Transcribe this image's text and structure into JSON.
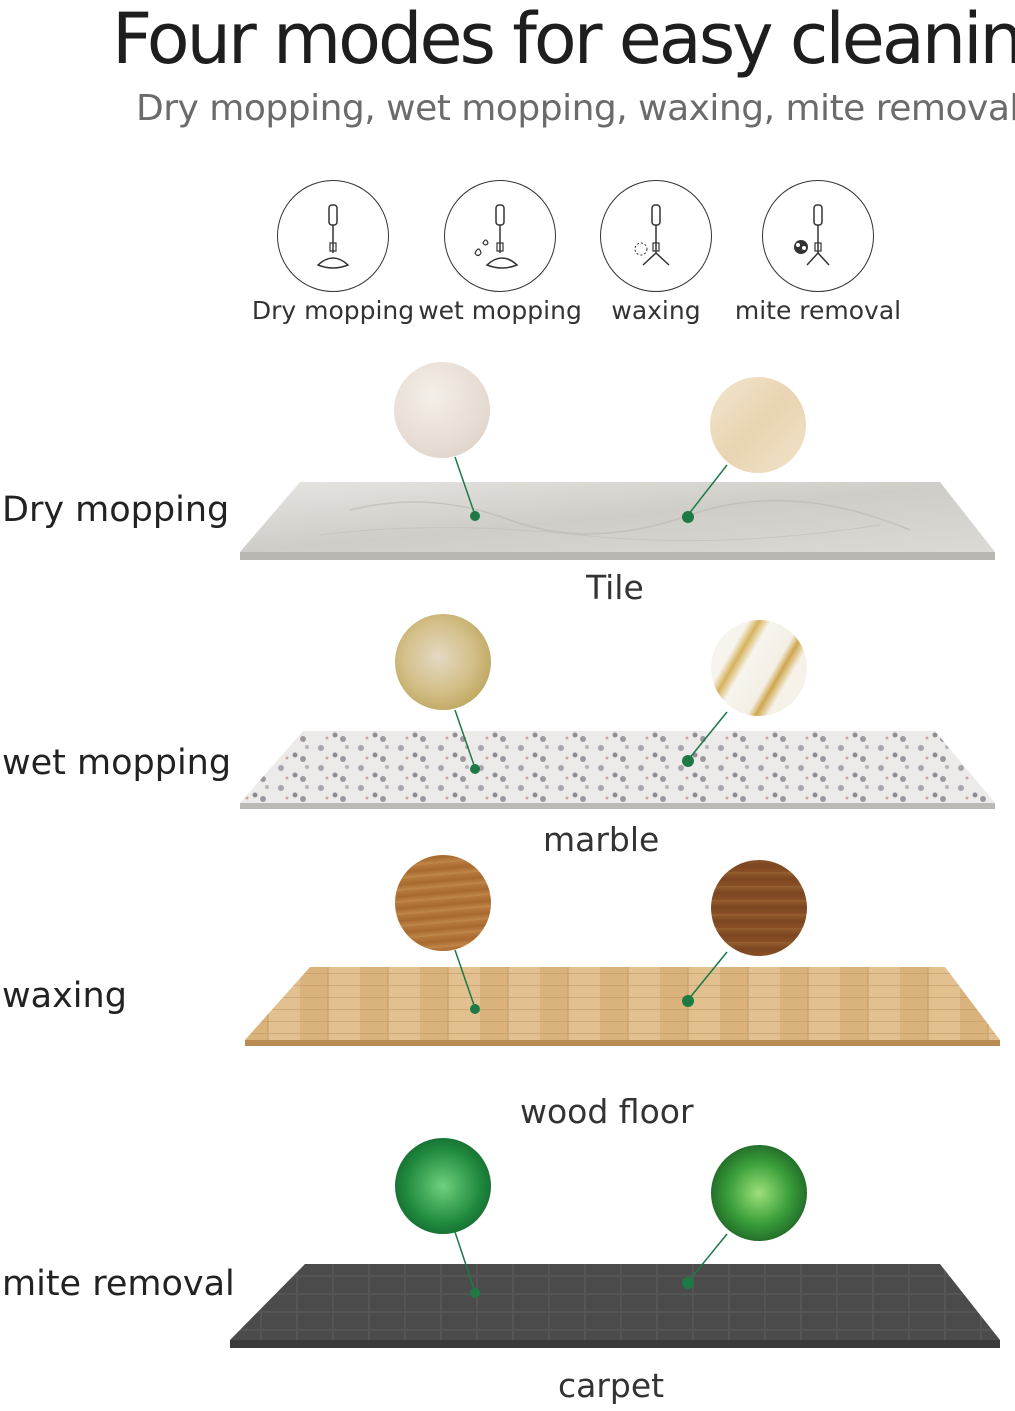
{
  "header": {
    "title": "Four modes for easy cleaning",
    "subtitle": "Dry mopping, wet mopping, waxing, mite removal"
  },
  "modes": [
    {
      "label": "Dry mopping",
      "icon": "dry-mop-icon"
    },
    {
      "label": "wet mopping",
      "icon": "wet-mop-icon"
    },
    {
      "label": "waxing",
      "icon": "waxing-mop-icon"
    },
    {
      "label": "mite removal",
      "icon": "mite-removal-mop-icon"
    }
  ],
  "rows": [
    {
      "mode_label": "Dry mopping",
      "floor_label": "Tile"
    },
    {
      "mode_label": "wet mopping",
      "floor_label": "marble"
    },
    {
      "mode_label": "waxing",
      "floor_label": "wood floor"
    },
    {
      "mode_label": "mite removal",
      "floor_label": "carpet"
    }
  ],
  "colors": {
    "connector": "#1d7a45",
    "title": "#1e1e1e",
    "subtitle": "#6b6b6b"
  }
}
